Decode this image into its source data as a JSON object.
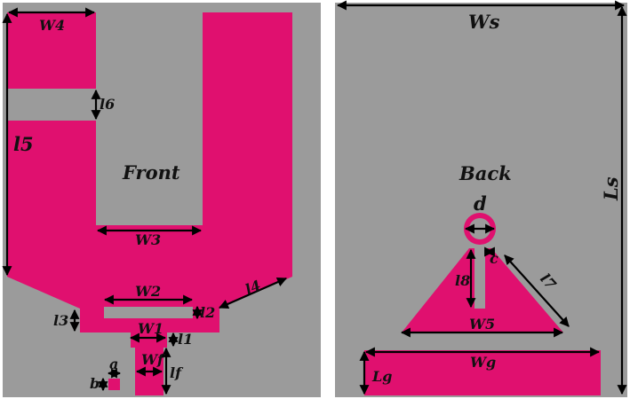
{
  "colors": {
    "substrate": "#9b9b9b",
    "copper": "#e0106f",
    "background": "#ffffff",
    "dimension_line": "#000000"
  },
  "front": {
    "title": "Front",
    "labels": {
      "w4": "W4",
      "l6": "l6",
      "l5": "l5",
      "w3": "W3",
      "w2": "W2",
      "l2": "l2",
      "l3": "l3",
      "l4": "l4",
      "w1": "W1",
      "l1": "l1",
      "wf": "Wf",
      "lf": "lf",
      "a": "a",
      "b": "b"
    }
  },
  "back": {
    "title": "Back",
    "labels": {
      "ws": "Ws",
      "ls": "Ls",
      "d": "d",
      "c": "c",
      "l8": "l8",
      "l7": "l7",
      "w5": "W5",
      "wg": "Wg",
      "lg": "Lg"
    }
  }
}
